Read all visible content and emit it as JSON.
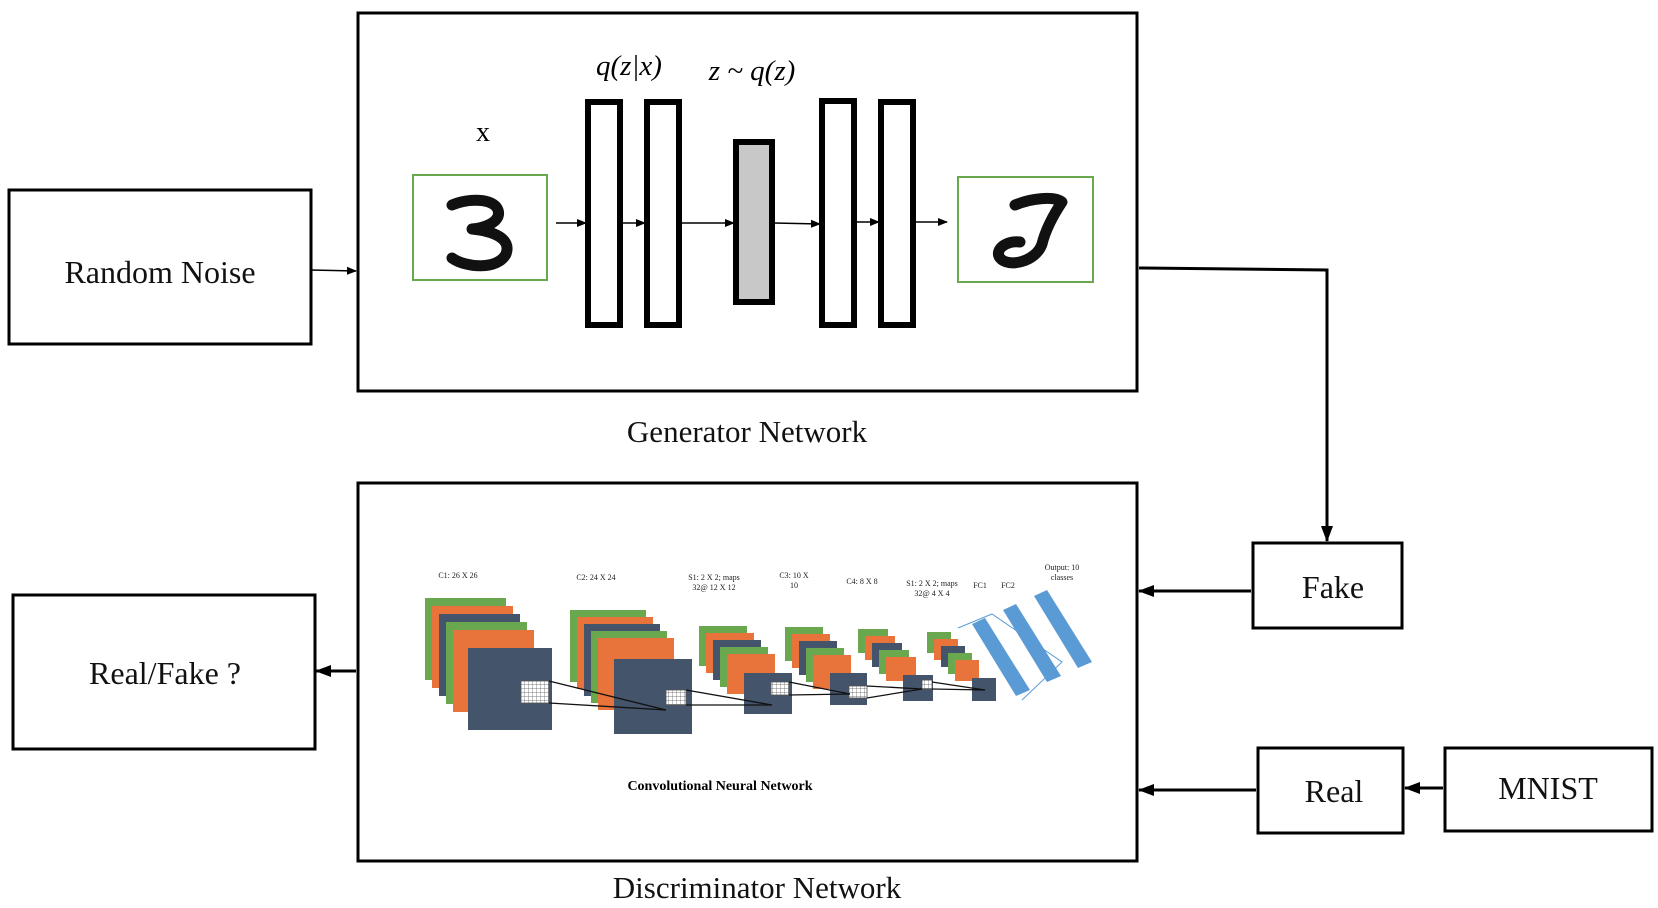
{
  "generator": {
    "caption": "Generator Network",
    "input_label": "x",
    "encoder_label": "q(z|x)",
    "latent_label": "z ~ q(z)"
  },
  "discriminator": {
    "caption": "Discriminator Network",
    "cnn": {
      "title": "Convolutional Neural Network",
      "layer_labels": {
        "c1": "C1: 26 X 26",
        "c2": "C2: 24 X 24",
        "s1a_line1": "S1: 2 X 2; maps",
        "s1a_line2": "32@ 12 X 12",
        "c3_line1": "C3: 10 X",
        "c3_line2": "10",
        "c4": "C4: 8 X 8",
        "s1b_line1": "S1: 2 X 2; maps",
        "s1b_line2": "32@ 4 X 4",
        "fc1": "FC1",
        "fc2": "FC2",
        "out_line1": "Output: 10",
        "out_line2": "classes"
      },
      "colors": {
        "green": "#6aa84f",
        "orange": "#e8743b",
        "slate": "#44546a",
        "blue": "#5b9bd5"
      }
    }
  },
  "nodes": {
    "random_noise": "Random Noise",
    "real_fake": "Real/Fake ?",
    "fake": "Fake",
    "real": "Real",
    "mnist": "MNIST"
  }
}
